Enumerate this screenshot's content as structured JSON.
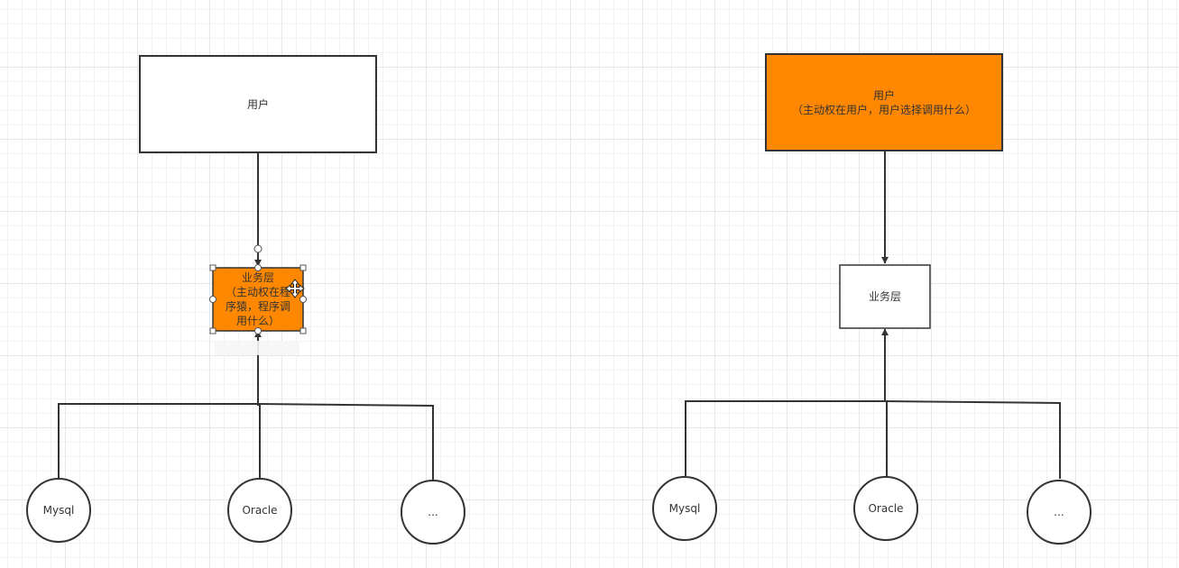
{
  "diagrams": [
    {
      "name": "left",
      "user_box": {
        "lines": [
          "用户"
        ],
        "fill": "#ffffff"
      },
      "service_box": {
        "lines": [
          "业务层",
          "（主动权在程",
          "序猿，程序调",
          "用什么）"
        ],
        "fill": "#ff8800",
        "selected": true
      },
      "databases": [
        "Mysql",
        "Oracle",
        "..."
      ]
    },
    {
      "name": "right",
      "user_box": {
        "lines": [
          "用户",
          "（主动权在用户，用户选择调用什么）"
        ],
        "fill": "#ff8800"
      },
      "service_box": {
        "lines": [
          "业务层"
        ],
        "fill": "#ffffff",
        "selected": false
      },
      "databases": [
        "Mysql",
        "Oracle",
        "..."
      ]
    }
  ],
  "colors": {
    "accent_orange": "#ff8800",
    "stroke": "#333333"
  }
}
